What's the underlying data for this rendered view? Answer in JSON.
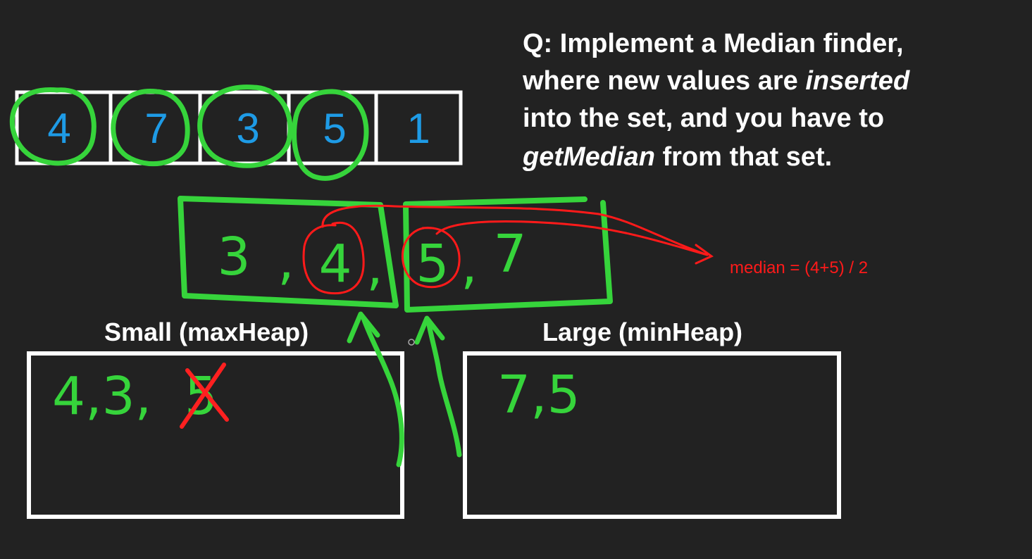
{
  "question": {
    "line1": "Q: Implement a Median finder,",
    "line2_pre": "where new values are ",
    "line2_em": "inserted",
    "line3": "into the set, and you have to",
    "line4_em": "getMedian",
    "line4_post": " from that set."
  },
  "array": {
    "values": [
      "4",
      "7",
      "3",
      "5",
      "1"
    ],
    "circled": [
      true,
      true,
      true,
      true,
      false
    ]
  },
  "sorted_boxes": {
    "left": {
      "a": "3",
      "sep1": ",",
      "b": "4",
      "sep2": ","
    },
    "right": {
      "a": "5",
      "sep1": ",",
      "b": "7"
    }
  },
  "median_note": "median = (4+5) / 2",
  "heaps": {
    "small": {
      "label": "Small (maxHeap)",
      "content": "4,3,",
      "removed": "5"
    },
    "large": {
      "label": "Large (minHeap)",
      "content": "7,5"
    }
  },
  "colors": {
    "background": "#222222",
    "text": "#ffffff",
    "array_values": "#1e9be6",
    "handwriting": "#36d43b",
    "annotation": "#ff1a1a"
  }
}
